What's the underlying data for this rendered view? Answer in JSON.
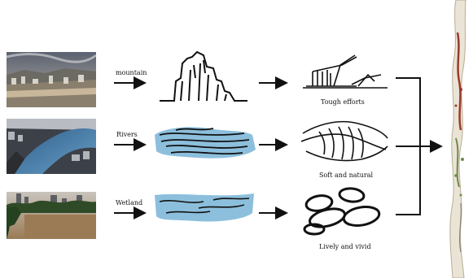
{
  "rows": [
    {
      "input_label": "mountain",
      "output_label": "Tough efforts"
    },
    {
      "input_label": "Rivers",
      "output_label": "Soft and natural"
    },
    {
      "input_label": "Wetland",
      "output_label": "Lively and vivid"
    }
  ],
  "colors": {
    "ink": "#111111",
    "water": "#7fb8d8",
    "map_accent": "#9b3a2a",
    "map_green": "#6f8a4a"
  }
}
